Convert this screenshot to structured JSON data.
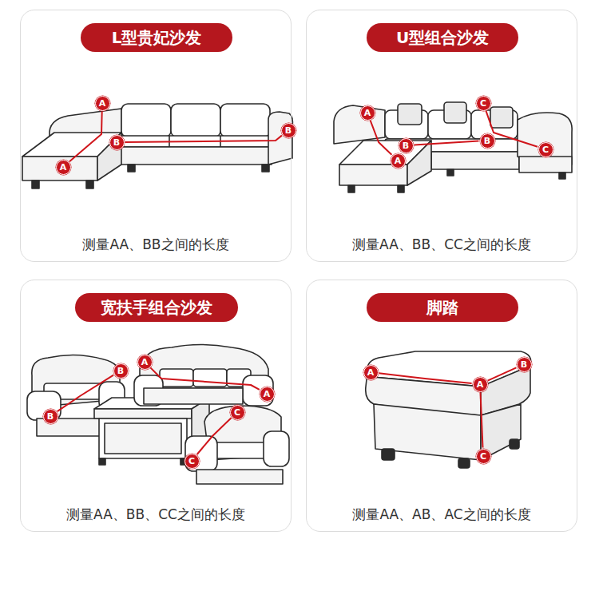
{
  "diagram": {
    "nodes": [
      {
        "text": [
          "测量AA、BB之间的长度"
        ]
      },
      {
        "text": [
          "L型贵妃沙发"
        ],
        "in": 0
      },
      {
        "text": [
          "A"
        ],
        "in": 0
      },
      {
        "text": [
          "A"
        ],
        "in": 0
      },
      {
        "text": [
          "B"
        ],
        "in": 0
      },
      {
        "text": [
          "B"
        ],
        "in": 0
      },
      {
        "text": [
          "测量AA、BB、CC之间的长度"
        ]
      },
      {
        "text": [
          "U型组合沙发"
        ],
        "in": 6
      },
      {
        "text": [
          "A"
        ],
        "in": 6
      },
      {
        "text": [
          "C"
        ],
        "in": 6
      },
      {
        "text": [
          "A"
        ],
        "in": 6
      },
      {
        "text": [
          "B"
        ],
        "in": 6
      },
      {
        "text": [
          "B"
        ],
        "in": 6
      },
      {
        "text": [
          "C"
        ],
        "in": 6
      },
      {
        "text": [
          "测量AA、BB、CC之间的长度"
        ]
      },
      {
        "text": [
          "宽扶手组合沙发"
        ],
        "in": 14
      },
      {
        "text": [
          "A"
        ],
        "in": 14
      },
      {
        "text": [
          "B"
        ],
        "in": 14
      },
      {
        "text": [
          "A"
        ],
        "in": 14
      },
      {
        "text": [
          "C"
        ],
        "in": 14
      },
      {
        "text": [
          "B"
        ],
        "in": 14
      },
      {
        "text": [
          "C"
        ],
        "in": 14
      },
      {
        "text": [
          "测量AA、AB、AC之间的长度"
        ]
      },
      {
        "text": [
          "脚踏"
        ],
        "in": 22
      },
      {
        "text": [
          "B"
        ],
        "in": 22
      },
      {
        "text": [
          "A"
        ],
        "in": 22
      },
      {
        "text": [
          "A"
        ],
        "in": 22
      },
      {
        "text": [
          "C"
        ],
        "in": 22
      }
    ],
    "edges": [
      {
        "from": 2,
        "to": 3,
        "arrow": "none"
      },
      {
        "from": 4,
        "to": 5,
        "arrow": "none"
      },
      {
        "from": 8,
        "to": 10,
        "arrow": "none"
      },
      {
        "from": 11,
        "to": 12,
        "arrow": "none"
      },
      {
        "from": 9,
        "to": 13,
        "arrow": "none"
      },
      {
        "from": 16,
        "to": 18,
        "arrow": "none"
      },
      {
        "from": 17,
        "to": 20,
        "arrow": "none"
      },
      {
        "from": 19,
        "to": 21,
        "arrow": "none"
      },
      {
        "from": 25,
        "to": 26,
        "arrow": "none"
      },
      {
        "from": 26,
        "to": 24,
        "arrow": "none"
      },
      {
        "from": 26,
        "to": 27,
        "arrow": "none"
      }
    ]
  }
}
